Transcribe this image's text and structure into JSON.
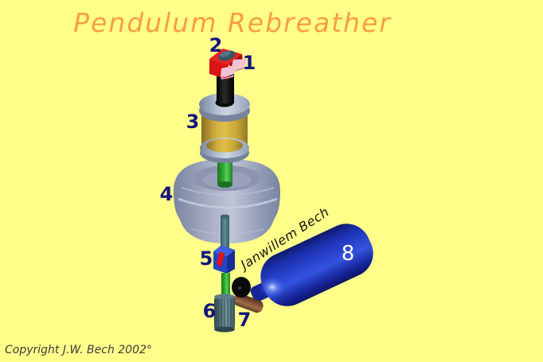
{
  "title": "Pendulum Rebreather",
  "copyright": "Copyright J.W. Bech 2002°",
  "tank_signature": "Janwillem Bech",
  "part_labels": {
    "p1": "1",
    "p2": "2",
    "p3": "3",
    "p4": "4",
    "p5": "5",
    "p6": "6",
    "p7": "7",
    "p8": "8"
  },
  "colors": {
    "background": "#FFFF8A",
    "title_orange": "#FA9D3E",
    "label_navy": "#15157D",
    "label_white": "#FFFFFF",
    "mouthpiece_red": "#D81414",
    "mouthpiece_cap_slate": "#3A555F",
    "bite_tab_pink": "#F4C2D6",
    "tube_black": "#0A0A0A",
    "scrubber_gold": "#E0BD4A",
    "flange_gray": "#B4C0D2",
    "counterlung_gray": "#BFC6D8",
    "tube_green": "#35B435",
    "tube_teal": "#5D8D93",
    "valve_blue": "#2644C2",
    "lever_red": "#E01414",
    "hose_gray_teal": "#5D7D86",
    "connector_brown": "#8A5A3C",
    "tank_blue": "#2A46D0",
    "signature_black": "#151515",
    "copyright_gray": "#3C3C3C"
  }
}
